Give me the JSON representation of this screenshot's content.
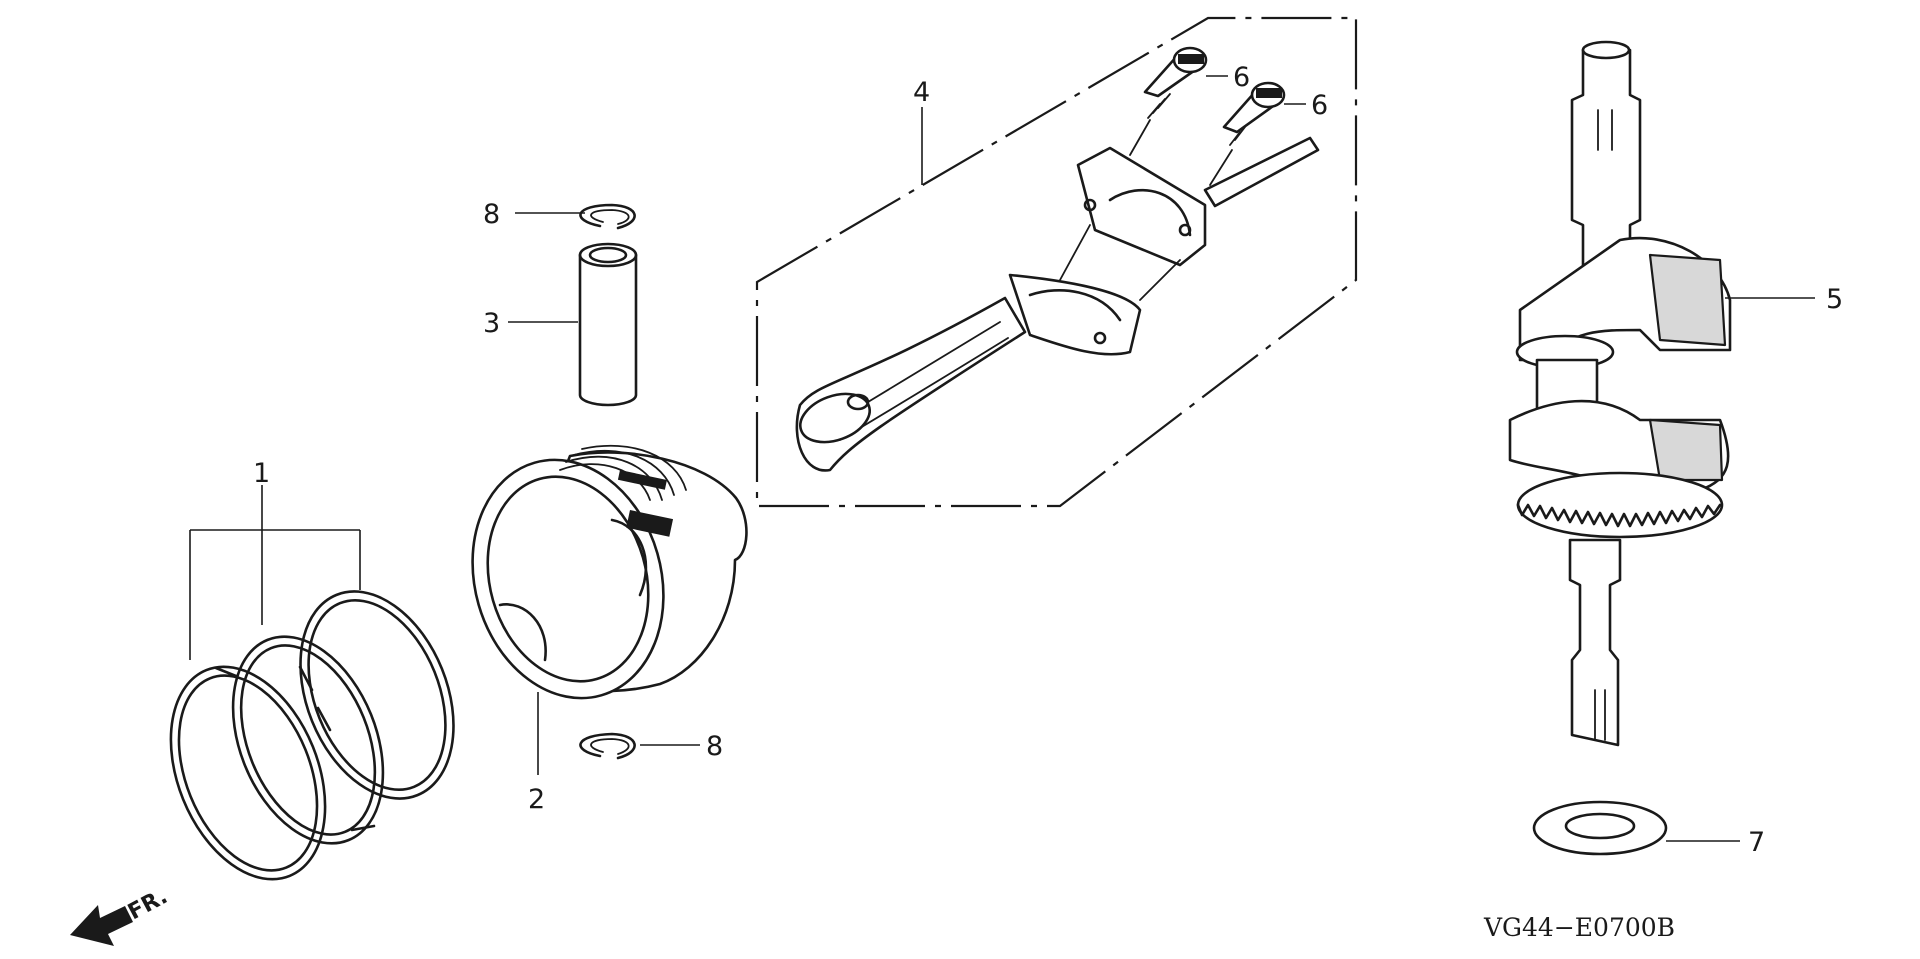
{
  "callouts": {
    "c1": "1",
    "c2": "2",
    "c3": "3",
    "c4": "4",
    "c5": "5",
    "c6a": "6",
    "c6b": "6",
    "c7": "7",
    "c8a": "8",
    "c8b": "8"
  },
  "diagram_code": "VG44−E0700B",
  "front_label": "FR."
}
